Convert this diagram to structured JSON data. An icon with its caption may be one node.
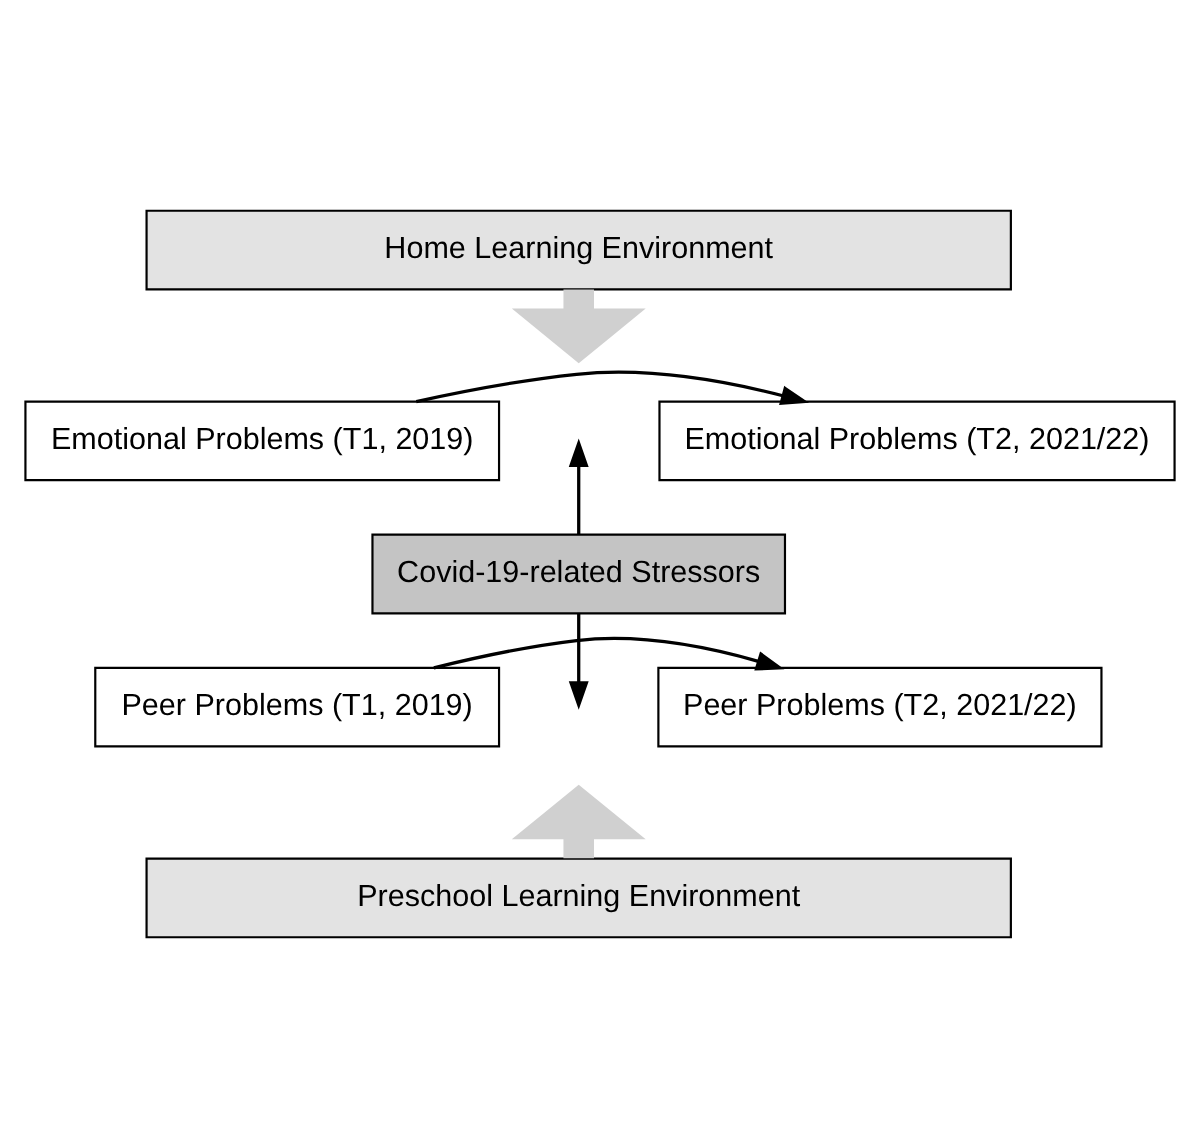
{
  "diagram": {
    "nodes": [
      {
        "text": [
          "Home Learning Environment"
        ]
      },
      {
        "text": [
          "Emotional Problems (T1, 2019)"
        ]
      },
      {
        "text": [
          "Emotional Problems (T2, 2021/22)"
        ]
      },
      {
        "text": [
          "Covid-19-related Stressors"
        ]
      },
      {
        "text": [
          "Peer Problems (T1, 2019)"
        ]
      },
      {
        "text": [
          "Peer Problems (T2, 2021/22)"
        ]
      },
      {
        "text": [
          "Preschool Learning Environment"
        ]
      }
    ],
    "edges": [
      {
        "from": 0,
        "to": null,
        "arrow": "to",
        "style": "thick",
        "color": "#d0d0d0"
      },
      {
        "from": 1,
        "to": 2,
        "arrow": "to"
      },
      {
        "from": 3,
        "to": null,
        "arrow": "to"
      },
      {
        "from": 3,
        "to": null,
        "arrow": "to"
      },
      {
        "from": 4,
        "to": 5,
        "arrow": "to"
      },
      {
        "from": 6,
        "to": null,
        "arrow": "to",
        "style": "thick",
        "color": "#d0d0d0"
      }
    ]
  }
}
